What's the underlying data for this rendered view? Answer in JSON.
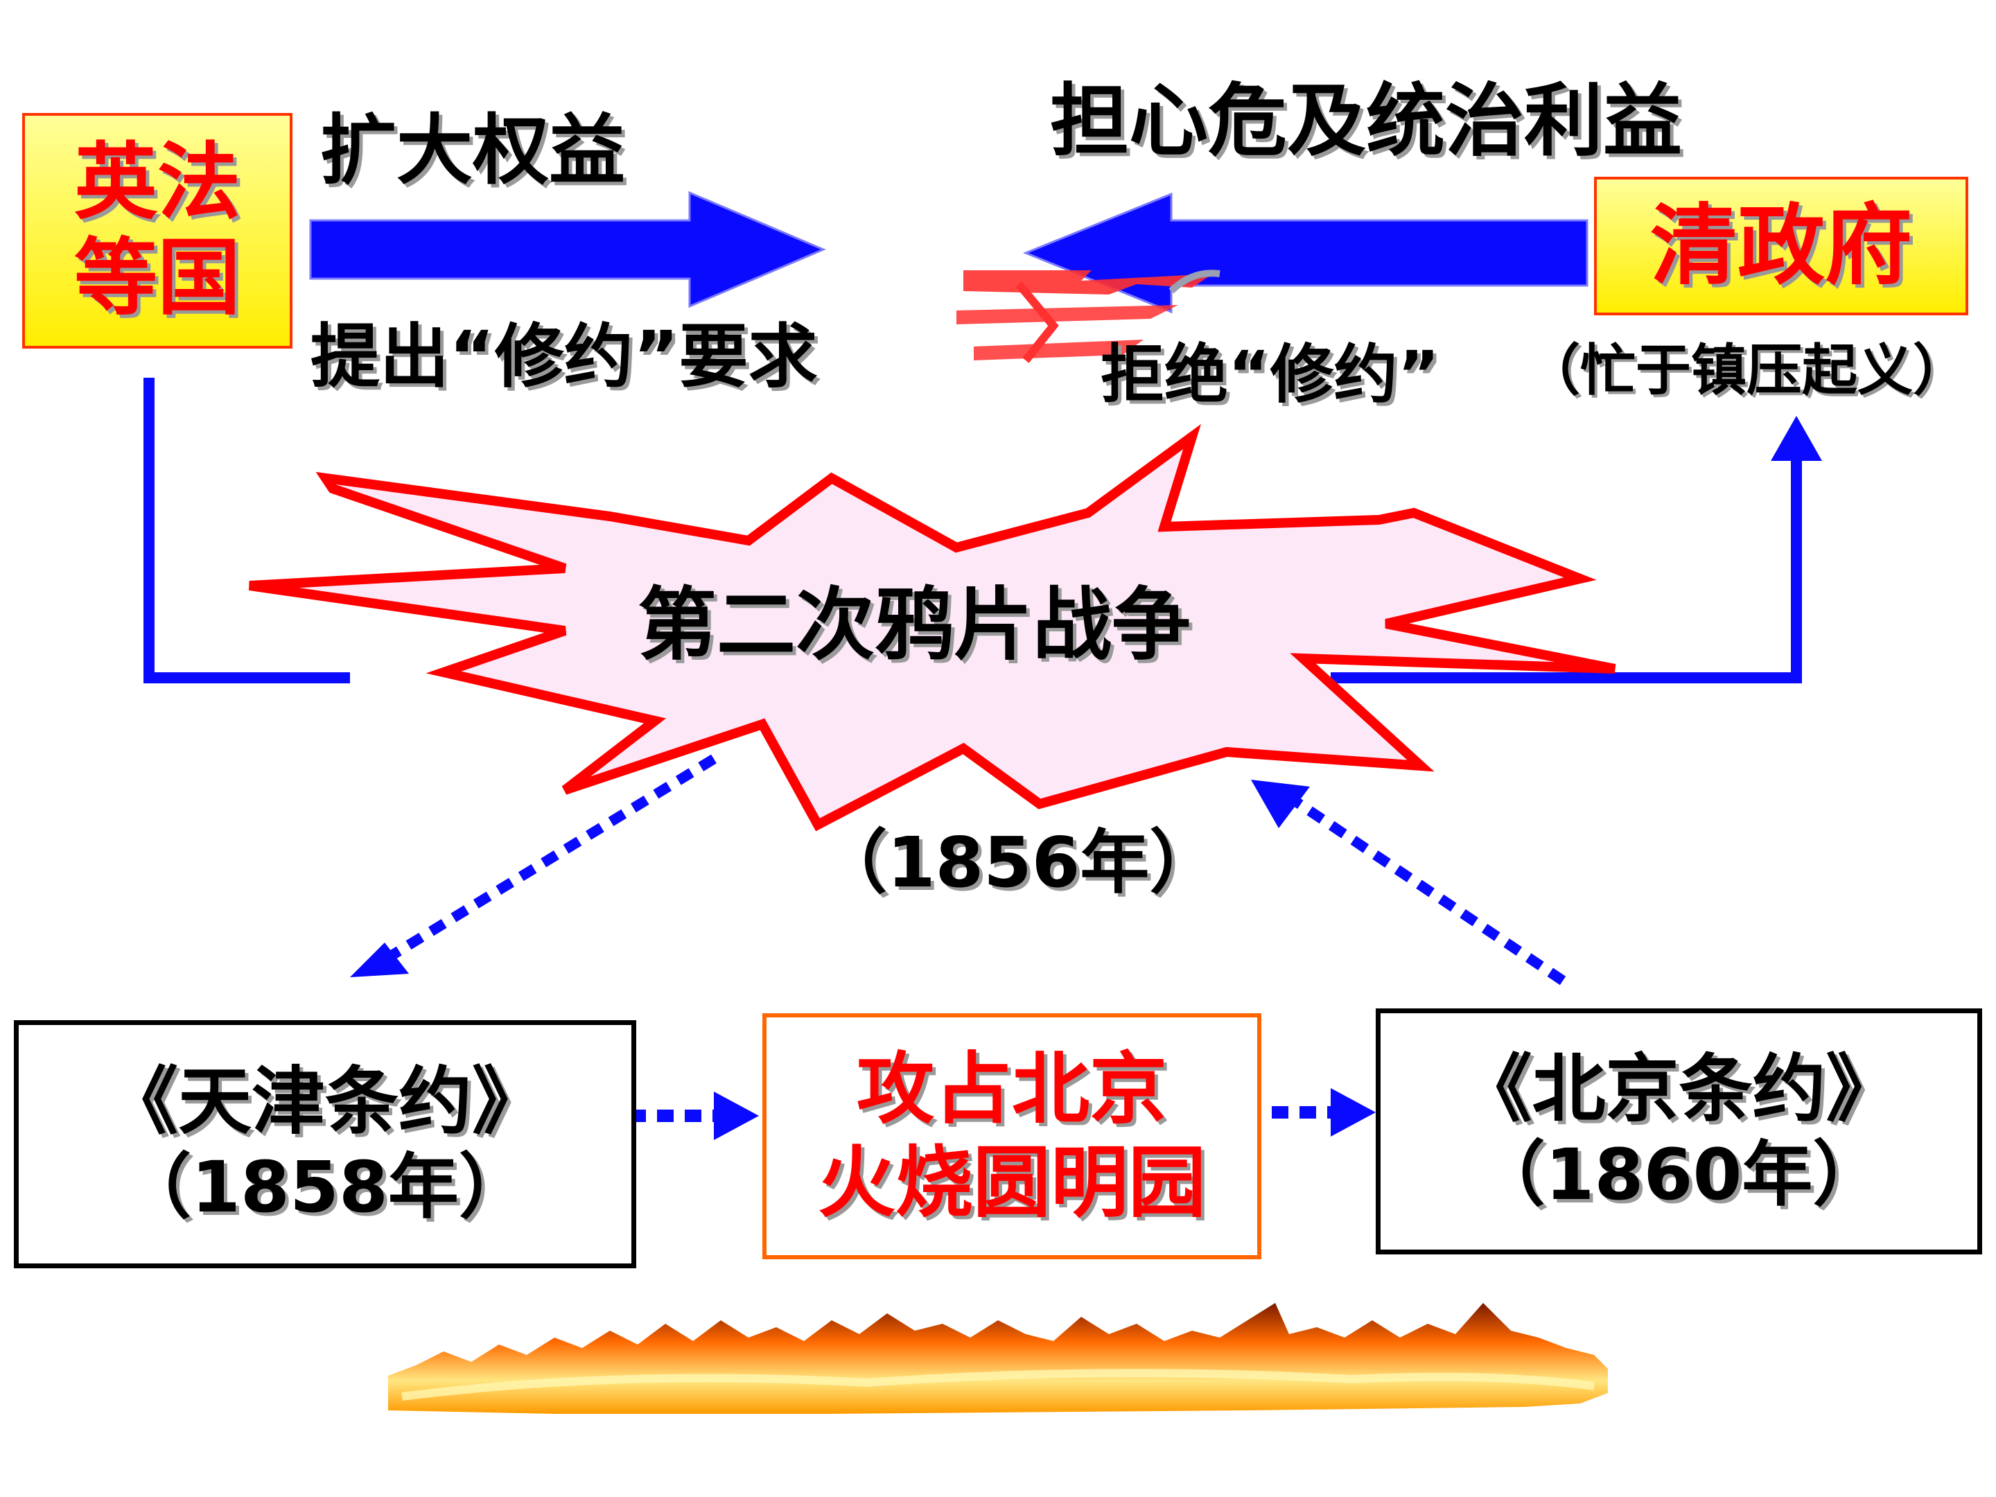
{
  "colors": {
    "arrow_blue": "#0a0aff",
    "burst_outline": "#ff0000",
    "burst_fill": "#fde8f8",
    "box_border_orange": "#ff6600",
    "text_red": "#ff0000",
    "text_black": "#000000"
  },
  "nodes": {
    "britain_france": "英法\n等国",
    "qing_government": "清政府",
    "war": "第二次鸦片战争",
    "war_year": "（1856年）",
    "tianjin_treaty": "《天津条约》",
    "tianjin_year": "（1858年）",
    "beijing_attack_line1": "攻占北京",
    "beijing_attack_line2": "火烧圆明园",
    "beijing_treaty": "《北京条约》",
    "beijing_year": "（1860年）"
  },
  "labels": {
    "expand_rights": "扩大权益",
    "demand_revision": "提出“修约”要求",
    "fear_interests": "担心危及统治利益",
    "refuse_revision": "拒绝“修约”",
    "busy_suppressing": "（忙于镇压起义）"
  },
  "icons": [
    "clash-lightning-icon",
    "flame-strip-icon"
  ]
}
